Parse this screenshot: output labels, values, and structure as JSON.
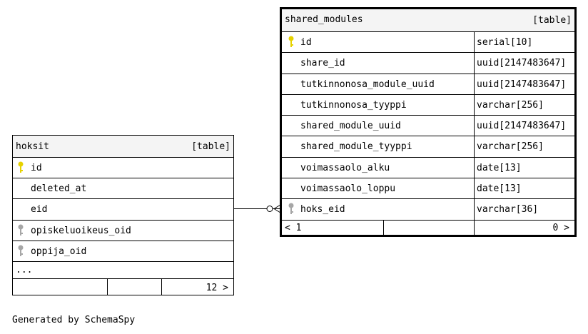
{
  "hoksit": {
    "name": "hoksit",
    "kind": "[table]",
    "columns": [
      {
        "name": "id",
        "key": "primary"
      },
      {
        "name": "deleted_at",
        "key": ""
      },
      {
        "name": "eid",
        "key": ""
      },
      {
        "name": "opiskeluoikeus_oid",
        "key": "foreign"
      },
      {
        "name": "oppija_oid",
        "key": "foreign"
      }
    ],
    "ellipsis": "...",
    "children_count": "12 >"
  },
  "shared_modules": {
    "name": "shared_modules",
    "kind": "[table]",
    "columns": [
      {
        "name": "id",
        "type": "serial[10]",
        "key": "primary"
      },
      {
        "name": "share_id",
        "type": "uuid[2147483647]",
        "key": ""
      },
      {
        "name": "tutkinnonosa_module_uuid",
        "type": "uuid[2147483647]",
        "key": ""
      },
      {
        "name": "tutkinnonosa_tyyppi",
        "type": "varchar[256]",
        "key": ""
      },
      {
        "name": "shared_module_uuid",
        "type": "uuid[2147483647]",
        "key": ""
      },
      {
        "name": "shared_module_tyyppi",
        "type": "varchar[256]",
        "key": ""
      },
      {
        "name": "voimassaolo_alku",
        "type": "date[13]",
        "key": ""
      },
      {
        "name": "voimassaolo_loppu",
        "type": "date[13]",
        "key": ""
      },
      {
        "name": "hoks_eid",
        "type": "varchar[36]",
        "key": "foreign"
      }
    ],
    "parents_count": "< 1",
    "children_count": "0 >"
  },
  "footer": {
    "generated_by": "Generated by SchemaSpy"
  },
  "colors": {
    "primary_key": "#e6d200",
    "foreign_key": "#a6a6a6",
    "header_bg": "#f4f4f4"
  }
}
